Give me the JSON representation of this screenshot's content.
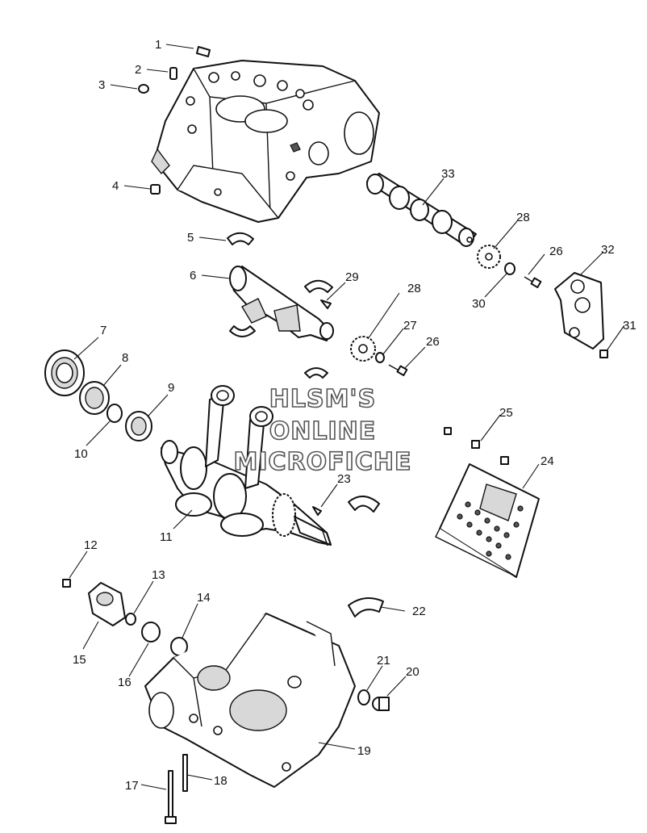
{
  "watermark": {
    "line1": "HLSM'S",
    "line2": "ONLINE",
    "line3": "MICROFICHE"
  },
  "callouts": [
    {
      "id": "c1",
      "label": "1"
    },
    {
      "id": "c2",
      "label": "2"
    },
    {
      "id": "c3",
      "label": "3"
    },
    {
      "id": "c4",
      "label": "4"
    },
    {
      "id": "c5",
      "label": "5"
    },
    {
      "id": "c6",
      "label": "6"
    },
    {
      "id": "c7",
      "label": "7"
    },
    {
      "id": "c8",
      "label": "8"
    },
    {
      "id": "c9",
      "label": "9"
    },
    {
      "id": "c10",
      "label": "10"
    },
    {
      "id": "c11",
      "label": "11"
    },
    {
      "id": "c12",
      "label": "12"
    },
    {
      "id": "c13",
      "label": "13"
    },
    {
      "id": "c14",
      "label": "14"
    },
    {
      "id": "c15",
      "label": "15"
    },
    {
      "id": "c16",
      "label": "16"
    },
    {
      "id": "c17",
      "label": "17"
    },
    {
      "id": "c18",
      "label": "18"
    },
    {
      "id": "c19",
      "label": "19"
    },
    {
      "id": "c20",
      "label": "20"
    },
    {
      "id": "c21",
      "label": "21"
    },
    {
      "id": "c22",
      "label": "22"
    },
    {
      "id": "c23",
      "label": "23"
    },
    {
      "id": "c24",
      "label": "24"
    },
    {
      "id": "c25",
      "label": "25"
    },
    {
      "id": "c26a",
      "label": "26"
    },
    {
      "id": "c26b",
      "label": "26"
    },
    {
      "id": "c27",
      "label": "27"
    },
    {
      "id": "c28a",
      "label": "28"
    },
    {
      "id": "c28b",
      "label": "28"
    },
    {
      "id": "c29",
      "label": "29"
    },
    {
      "id": "c30",
      "label": "30"
    },
    {
      "id": "c31",
      "label": "31"
    },
    {
      "id": "c32",
      "label": "32"
    },
    {
      "id": "c33",
      "label": "33"
    }
  ]
}
